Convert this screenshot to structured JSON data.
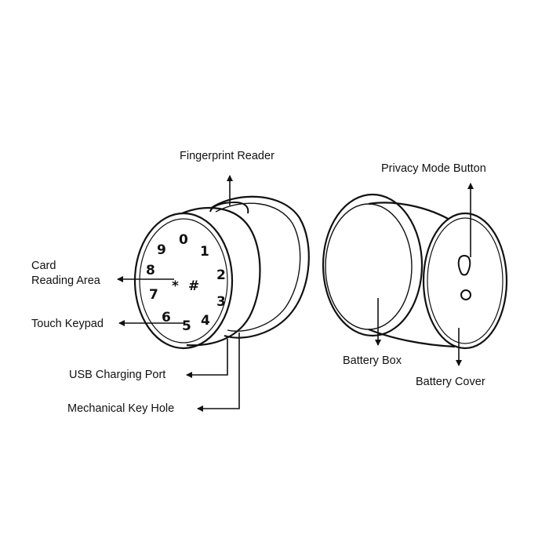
{
  "labels": {
    "fingerprint_reader": "Fingerprint Reader",
    "privacy_mode_button": "Privacy Mode Button",
    "card_reading_area_line1": "Card",
    "card_reading_area_line2": "Reading Area",
    "touch_keypad": "Touch Keypad",
    "usb_charging_port": "USB Charging Port",
    "mechanical_key_hole": "Mechanical Key Hole",
    "battery_box": "Battery Box",
    "battery_cover": "Battery Cover"
  },
  "keypad": {
    "keys": [
      "0",
      "1",
      "2",
      "3",
      "4",
      "5",
      "6",
      "7",
      "8",
      "9",
      "*",
      "#"
    ]
  },
  "colors": {
    "line": "#111111",
    "background": "#ffffff"
  }
}
